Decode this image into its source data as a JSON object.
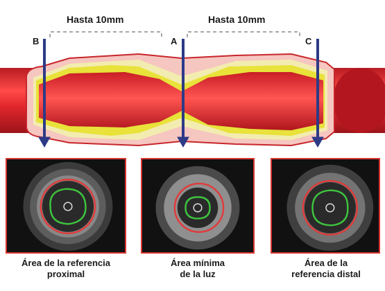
{
  "segments": [
    {
      "label": "Hasta 10mm"
    },
    {
      "label": "Hasta 10mm"
    }
  ],
  "points": {
    "b": "B",
    "a": "A",
    "c": "C"
  },
  "panels": [
    {
      "caption_line1": "Área de la referencia",
      "caption_line2": "proximal"
    },
    {
      "caption_line1": "Área mínima",
      "caption_line2": "de la luz"
    },
    {
      "caption_line1": "Área de la",
      "caption_line2": "referencia distal"
    }
  ],
  "colors": {
    "vessel": "#e0262c",
    "plaque_yellow": "#e8e23a",
    "plaque_cream": "#f3ecb0",
    "arrow": "#2d3a86",
    "panel_border": "#d8342f",
    "lumen_contour": "#3ec43e",
    "vessel_contour": "#e23a3a"
  }
}
